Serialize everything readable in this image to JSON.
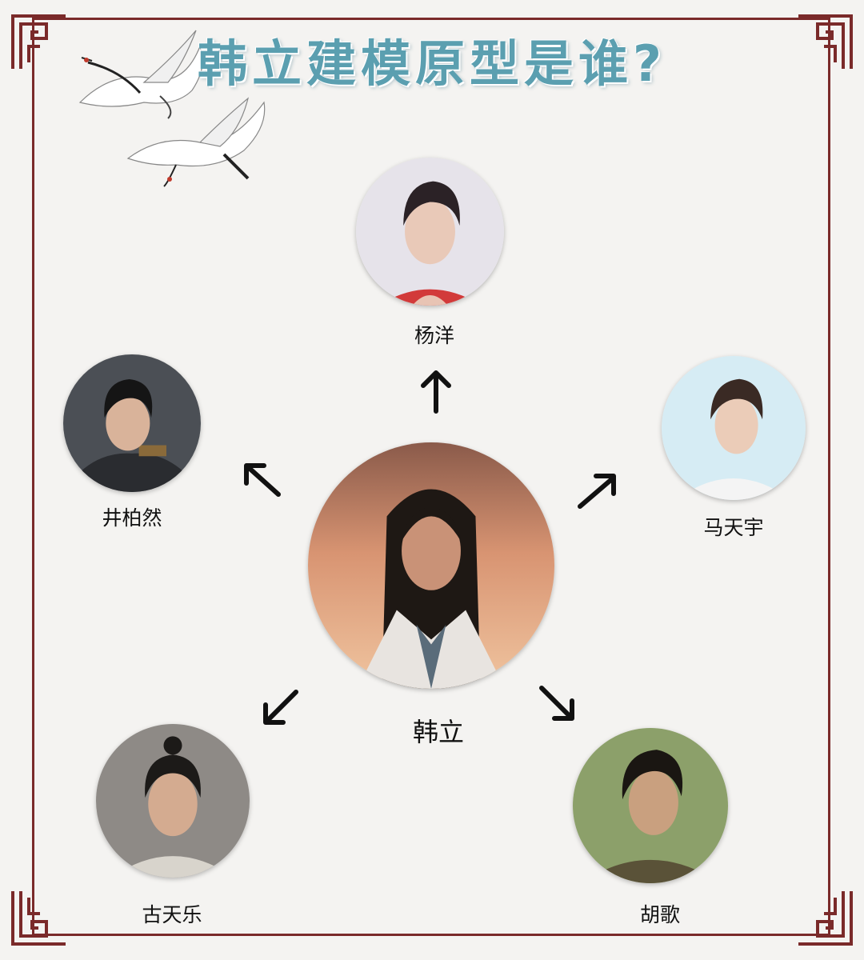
{
  "title": "韩立建模原型是谁?",
  "center": {
    "name": "韩立"
  },
  "people": [
    {
      "id": "yang-yang",
      "name": "杨洋"
    },
    {
      "id": "jing-boran",
      "name": "井柏然"
    },
    {
      "id": "ma-tianyu",
      "name": "马天宇"
    },
    {
      "id": "gu-tianle",
      "name": "古天乐"
    },
    {
      "id": "hu-ge",
      "name": "胡歌"
    }
  ],
  "colors": {
    "frame": "#7a2a2a",
    "title": "#5b9fb0",
    "background": "#f4f3f1",
    "arrow": "#111111"
  },
  "icons": {
    "arrows": "arrow-icon",
    "decoration": "crane-illustration",
    "corners": "fretwork-corner-ornament"
  }
}
